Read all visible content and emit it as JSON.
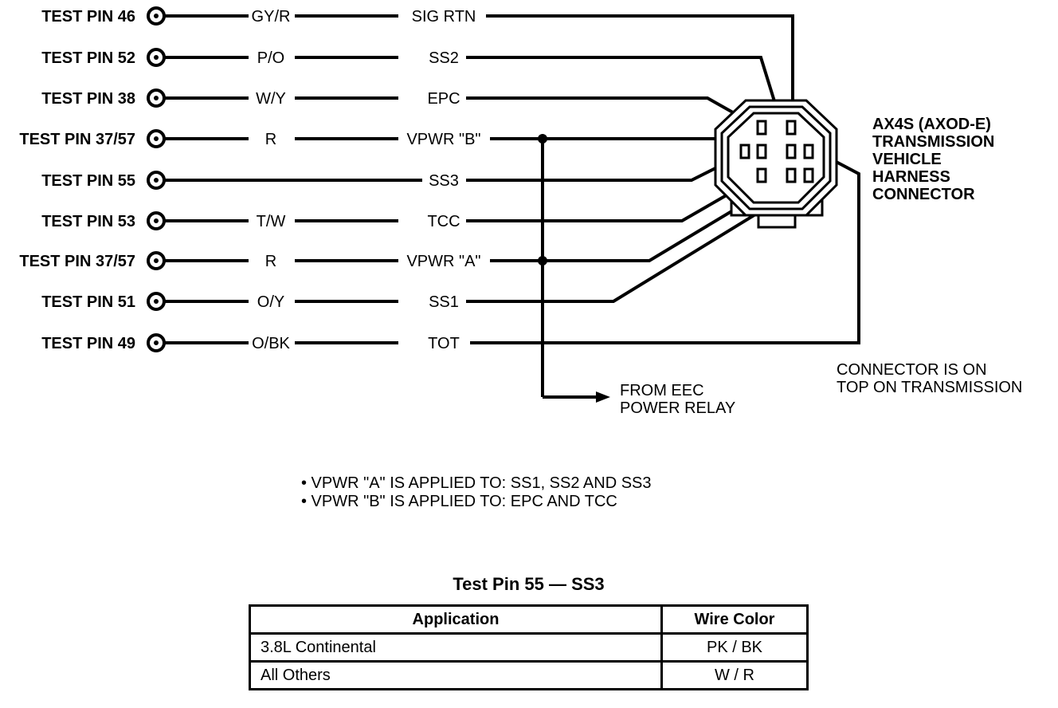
{
  "pins": [
    {
      "test_pin": "TEST PIN 46",
      "wire_color": "GY/R",
      "circuit": "SIG RTN"
    },
    {
      "test_pin": "TEST PIN 52",
      "wire_color": "P/O",
      "circuit": "SS2"
    },
    {
      "test_pin": "TEST PIN 38",
      "wire_color": "W/Y",
      "circuit": "EPC"
    },
    {
      "test_pin": "TEST PIN 37/57",
      "wire_color": "R",
      "circuit": "VPWR \"B\""
    },
    {
      "test_pin": "TEST PIN 55",
      "wire_color": "",
      "circuit": "SS3"
    },
    {
      "test_pin": "TEST PIN 53",
      "wire_color": "T/W",
      "circuit": "TCC"
    },
    {
      "test_pin": "TEST PIN 37/57",
      "wire_color": "R",
      "circuit": "VPWR \"A\""
    },
    {
      "test_pin": "TEST PIN 51",
      "wire_color": "O/Y",
      "circuit": "SS1"
    },
    {
      "test_pin": "TEST PIN 49",
      "wire_color": "O/BK",
      "circuit": "TOT"
    }
  ],
  "connector_label": [
    "AX4S (AXOD-E)",
    "TRANSMISSION",
    "VEHICLE",
    "HARNESS",
    "CONNECTOR"
  ],
  "connector_location": [
    "CONNECTOR IS ON",
    "TOP ON TRANSMISSION"
  ],
  "power_source": [
    "FROM EEC",
    "POWER RELAY"
  ],
  "notes": [
    "• VPWR \"A\" IS APPLIED TO: SS1, SS2 AND SS3",
    "• VPWR \"B\" IS APPLIED TO: EPC AND TCC"
  ],
  "table": {
    "title": "Test Pin 55 — SS3",
    "headers": [
      "Application",
      "Wire Color"
    ],
    "rows": [
      {
        "application": "3.8L Continental",
        "wire_color": "PK / BK"
      },
      {
        "application": "All Others",
        "wire_color": "W / R"
      }
    ]
  }
}
